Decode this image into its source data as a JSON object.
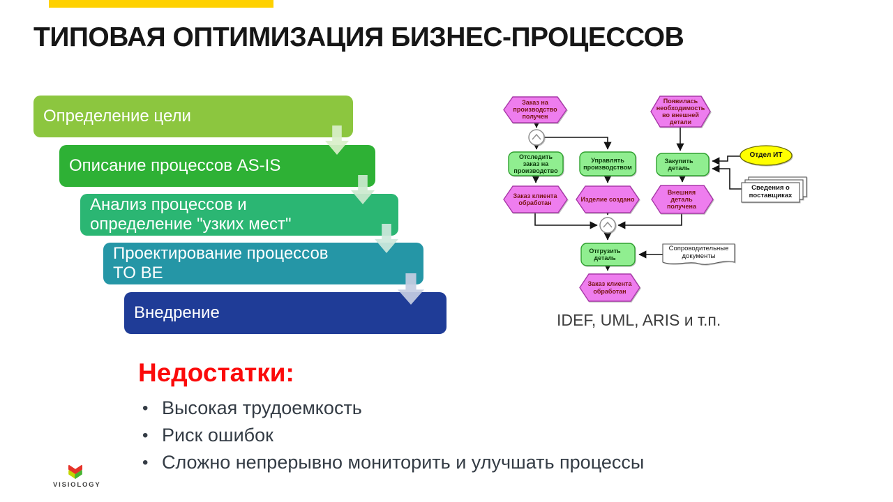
{
  "slide": {
    "title": "ТИПОВАЯ ОПТИМИЗАЦИЯ БИЗНЕС-ПРОЦЕССОВ",
    "accent_bar_color": "#FFD100"
  },
  "process_steps": {
    "items": [
      {
        "label": "Определение цели",
        "color": "#8CC63F"
      },
      {
        "label": "Описание процессов AS-IS",
        "color": "#2EB135"
      },
      {
        "label": "Анализ процессов и определение \"узких мест\"",
        "color": "#2BB673"
      },
      {
        "label": "Проектирование процессов TO BE",
        "color": "#2596A6"
      },
      {
        "label": "Внедрение",
        "color": "#1F3C97"
      }
    ],
    "arrow_tints": [
      "#D9EFC9",
      "#CBE9CE",
      "#CDE8DC",
      "#C4CDE2"
    ]
  },
  "diagram": {
    "caption": "IDEF, UML, ARIS и т.п.",
    "colors": {
      "event_fill": "#EE7DEE",
      "event_border": "#A838A8",
      "function_fill": "#90EE90",
      "function_border": "#2FA12F",
      "org_fill": "#FFFF00"
    },
    "nodes": {
      "event_order_received": "Заказ на производство получен",
      "event_external_need": "Появилась необходимость во внешней детали",
      "fn_track_order": "Отследить заказ на производство",
      "fn_manage_production": "Управлять производством",
      "fn_purchase_part": "Закупить деталь",
      "org_it_dept": "Отдел ИТ",
      "event_client_order_processed_1": "Заказ клиента обработан",
      "event_product_created": "Изделие создано",
      "event_external_part_received": "Внешняя деталь получена",
      "doc_supplier_info": "Сведения о поставщиках",
      "fn_ship_part": "Отгрузить деталь",
      "doc_accompanying": "Сопроводительные документы",
      "event_client_order_processed_2": "Заказ клиента обработан"
    }
  },
  "drawbacks": {
    "heading": "Недостатки:",
    "heading_color": "#FB0A0A",
    "items": [
      "Высокая трудоемкость",
      "Риск ошибок",
      "Сложно непрерывно мониторить и улучшать процессы"
    ]
  },
  "footer": {
    "brand": "VISIOLOGY"
  }
}
